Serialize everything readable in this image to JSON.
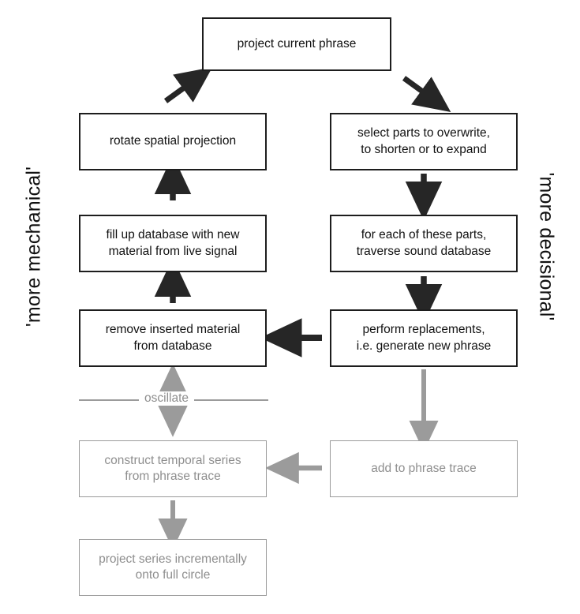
{
  "diagram": {
    "title": "project current phrase",
    "palette": {
      "active_stroke": "#1d1d1d",
      "active_text": "#111111",
      "faded_stroke": "#9b9b9b",
      "faded_text": "#8e8e8e",
      "background": "#ffffff"
    },
    "side_labels": {
      "left": "'more mechanical'",
      "right": "'more decisional'"
    },
    "connector_labels": {
      "oscillate": "oscillate"
    },
    "nodes": [
      {
        "id": "project-current-phrase",
        "label": "project current phrase",
        "state": "active"
      },
      {
        "id": "rotate-spatial-projection",
        "label": "rotate spatial projection",
        "state": "active"
      },
      {
        "id": "select-parts",
        "label": "select parts to overwrite,\nto shorten or to expand",
        "state": "active"
      },
      {
        "id": "fill-up-database",
        "label": "fill up database with new\nmaterial from live signal",
        "state": "active"
      },
      {
        "id": "traverse-sound-database",
        "label": "for each of these parts,\ntraverse sound database",
        "state": "active"
      },
      {
        "id": "remove-inserted-material",
        "label": "remove inserted material\nfrom database",
        "state": "active"
      },
      {
        "id": "perform-replacements",
        "label": "perform replacements,\ni.e. generate new phrase",
        "state": "active"
      },
      {
        "id": "construct-temporal-series",
        "label": "construct temporal series\nfrom phrase trace",
        "state": "faded"
      },
      {
        "id": "add-to-phrase-trace",
        "label": "add to phrase trace",
        "state": "faded"
      },
      {
        "id": "project-series",
        "label": "project series incrementally\nonto full circle",
        "state": "faded"
      }
    ]
  }
}
